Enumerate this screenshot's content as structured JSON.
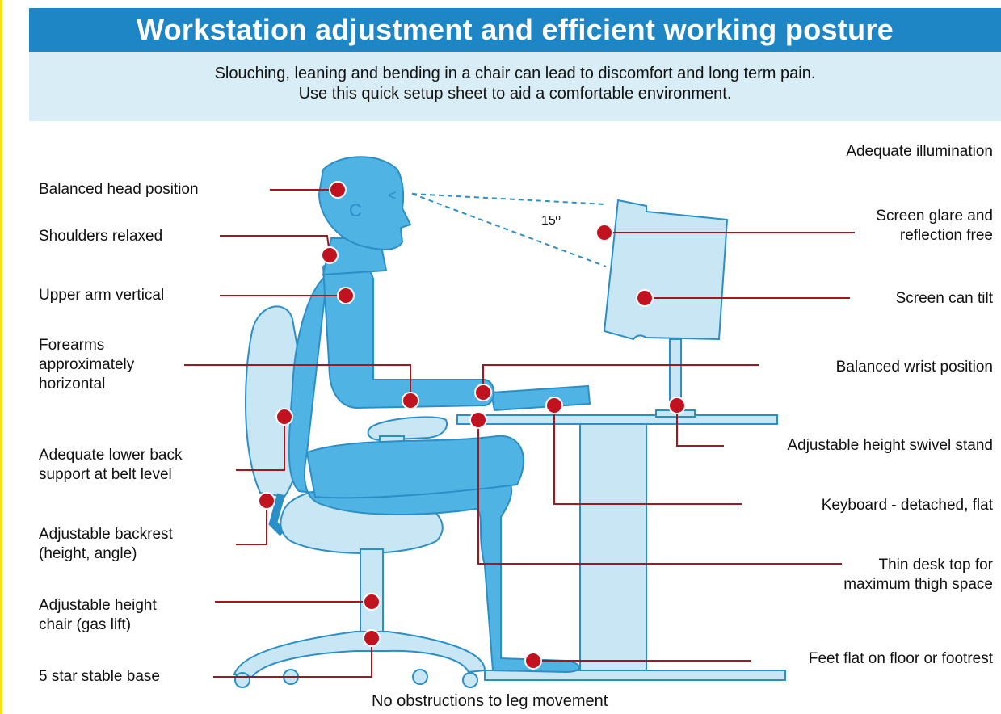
{
  "title": "Workstation adjustment and efficient working posture",
  "subtitle_lines": [
    "Slouching, leaning and bending in a chair can lead to discomfort and long term pain.",
    "Use this quick setup sheet to aid a comfortable environment."
  ],
  "angle_label": "15º",
  "labels_left": {
    "head": "Balanced head position",
    "shoulders": "Shoulders relaxed",
    "upper_arm": "Upper arm vertical",
    "forearms_1": "Forearms",
    "forearms_2": "approximately",
    "forearms_3": "horizontal",
    "lower_back_1": "Adequate lower back",
    "lower_back_2": "support at belt level",
    "backrest_1": "Adjustable backrest",
    "backrest_2": "(height, angle)",
    "chair_height_1": "Adjustable height",
    "chair_height_2": "chair (gas lift)",
    "base": "5 star stable base"
  },
  "labels_right": {
    "illumination": "Adequate illumination",
    "glare_1": "Screen glare and",
    "glare_2": "reflection free",
    "tilt": "Screen can tilt",
    "wrist": "Balanced wrist position",
    "swivel": "Adjustable height swivel stand",
    "keyboard": "Keyboard - detached, flat",
    "desk_1": "Thin desk top for",
    "desk_2": "maximum thigh space",
    "feet": "Feet flat on floor or footrest"
  },
  "bottom_label": "No obstructions to leg movement",
  "colors": {
    "title_bg": "#1f86c6",
    "subtitle_bg": "#d9edf7",
    "body_blue": "#4fb3e3",
    "light_blue": "#c9e6f5",
    "outline": "#2b8fc7",
    "marker_red": "#c1121f",
    "line_red": "#a2161e"
  }
}
